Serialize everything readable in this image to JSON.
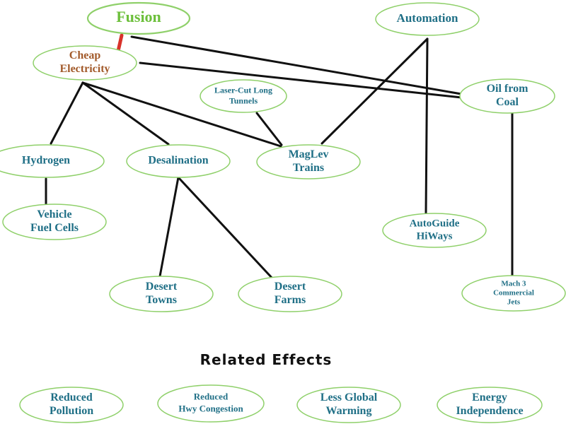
{
  "colors": {
    "node_border": "#8fd06a",
    "text_blue": "#1f6f86",
    "text_brown": "#a25a2a",
    "text_green": "#6cbf3b",
    "link_black": "#111111",
    "link_red": "#d8322a"
  },
  "nodes": {
    "fusion": [
      "Fusion"
    ],
    "cheap_electricity": [
      "Cheap",
      "Electricity"
    ],
    "automation": [
      "Automation"
    ],
    "oil_from_coal": [
      "Oil from",
      "Coal"
    ],
    "laser_cut_tunnels": [
      "Laser-Cut Long",
      "Tunnels"
    ],
    "hydrogen": [
      "Hydrogen"
    ],
    "desalination": [
      "Desalination"
    ],
    "maglev_trains": [
      "MagLev",
      "Trains"
    ],
    "vehicle_fuel_cells": [
      "Vehicle",
      "Fuel Cells"
    ],
    "autoguide_hiways": [
      "AutoGuide",
      "HiWays"
    ],
    "desert_towns": [
      "Desert",
      "Towns"
    ],
    "desert_farms": [
      "Desert",
      "Farms"
    ],
    "mach3_jets": [
      "Mach 3",
      "Commercial",
      "Jets"
    ],
    "reduced_pollution": [
      "Reduced",
      "Pollution"
    ],
    "reduced_hwy_congestion": [
      "Reduced",
      "Hwy Congestion"
    ],
    "less_global_warming": [
      "Less Global",
      "Warming"
    ],
    "energy_independence": [
      "Energy",
      "Independence"
    ]
  },
  "heading": "Related Effects",
  "links": [
    [
      "fusion",
      "cheap_electricity"
    ],
    [
      "fusion",
      "oil_from_coal"
    ],
    [
      "cheap_electricity",
      "oil_from_coal"
    ],
    [
      "cheap_electricity",
      "hydrogen"
    ],
    [
      "cheap_electricity",
      "desalination"
    ],
    [
      "cheap_electricity",
      "maglev_trains"
    ],
    [
      "laser_cut_tunnels",
      "maglev_trains"
    ],
    [
      "automation",
      "maglev_trains"
    ],
    [
      "automation",
      "autoguide_hiways"
    ],
    [
      "hydrogen",
      "vehicle_fuel_cells"
    ],
    [
      "desalination",
      "desert_towns"
    ],
    [
      "desalination",
      "desert_farms"
    ],
    [
      "oil_from_coal",
      "mach3_jets"
    ]
  ]
}
